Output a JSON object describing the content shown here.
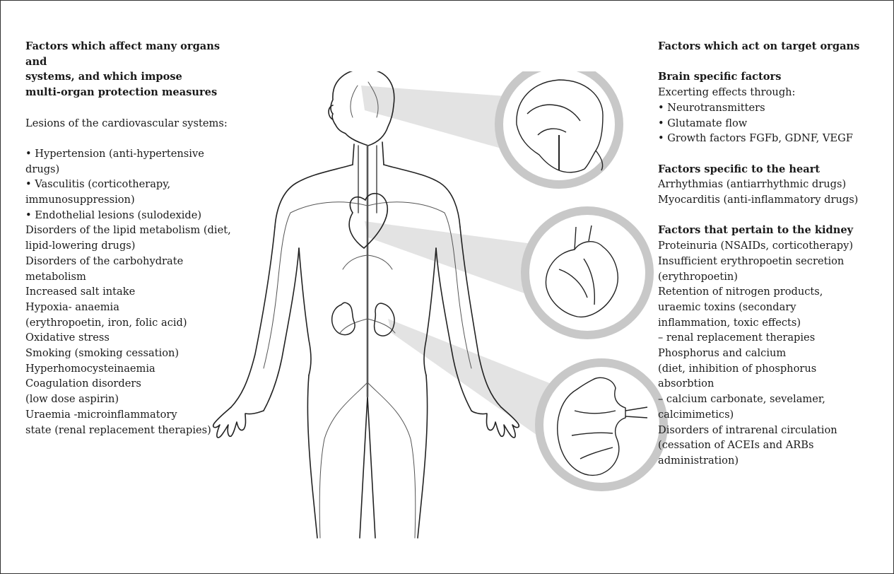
{
  "left_column": {
    "heading": [
      "Factors which affect many organs and",
      "systems, and which impose",
      "multi-organ protection measures"
    ],
    "intro": "Lesions of the cardiovascular systems:",
    "lines": [
      "•  Hypertension (anti-hypertensive",
      "drugs)",
      "• Vasculitis (corticotherapy,",
      "immunosuppression)",
      "•  Endothelial lesions (sulodexide)",
      "Disorders of the lipid metabolism (diet,",
      "lipid-lowering drugs)",
      "Disorders of the carbohydrate",
      "metabolism",
      "Increased salt intake",
      "Hypoxia- anaemia",
      "(erythropoetin, iron, folic acid)",
      "Oxidative stress",
      "Smoking (smoking cessation)",
      "Hyperhomocysteinaemia",
      "Coagulation disorders",
      "(low dose aspirin)",
      "Uraemia -microinflammatory",
      "state (renal replacement therapies)"
    ]
  },
  "right_column": {
    "heading": "Factors which act on target organs",
    "brain": {
      "heading": "Brain specific factors",
      "lines": [
        "Excerting effects through:",
        "•  Neurotransmitters",
        "•  Glutamate flow",
        "•  Growth factors FGFb, GDNF, VEGF"
      ]
    },
    "heart": {
      "heading": "Factors specific to the heart",
      "lines": [
        "Arrhythmias (antiarrhythmic drugs)",
        "Myocarditis (anti-inflammatory drugs)"
      ]
    },
    "kidney": {
      "heading": "Factors that pertain to the kidney",
      "lines": [
        "Proteinuria (NSAIDs, corticotherapy)",
        "Insufficient erythropoetin secretion",
        "(erythropoetin)",
        "Retention of nitrogen products,",
        "uraemic toxins (secondary",
        "inflammation, toxic effects)",
        "– renal replacement therapies",
        "Phosphorus and calcium",
        "(diet, inhibition of phosphorus",
        "absorbtion",
        "– calcium carbonate, sevelamer,",
        "calcimimetics)",
        "Disorders of intrarenal circulation",
        "(cessation of ACEIs and ARBs",
        "administration)"
      ]
    }
  },
  "colors": {
    "line_art": "#222222",
    "circle_ring": "#c8c8c8",
    "connector_band": "#e3e3e3",
    "vessel": "#555555"
  },
  "icons": [
    "human-body-illustration",
    "brain-zoom-icon",
    "heart-zoom-icon",
    "kidney-zoom-icon"
  ]
}
